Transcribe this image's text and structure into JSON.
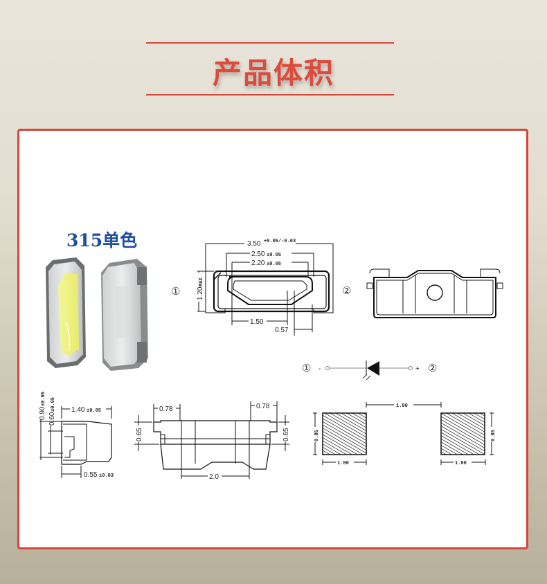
{
  "header": {
    "title": "产品体积",
    "accent_color": "#d9473b"
  },
  "product": {
    "label": "315单色",
    "label_color": "#1e4fa0"
  },
  "top_view": {
    "pin1": "①",
    "pin2": "②",
    "dim_overall_length": "3.50",
    "dim_overall_tol": "+0.05/-0.03",
    "dim_inner_length": "2.50",
    "dim_inner_tol": "±0.05",
    "dim_emitter_length": "2.20",
    "dim_emitter_tol": "±0.05",
    "dim_height": "1.20",
    "dim_height_tol": "MAX",
    "dim_150": "1.50",
    "dim_057": "0.57"
  },
  "bottom_view": {
    "pin2": "②"
  },
  "circuit": {
    "pin1": "①",
    "pin2": "②",
    "minus": "-",
    "plus": "+"
  },
  "side_view": {
    "dim_width": "1.40",
    "dim_width_tol": "±0.05",
    "dim_090": "0.90",
    "dim_090_tol": "±0.05",
    "dim_060": "0.60",
    "dim_060_tol": "±0.05",
    "dim_055": "0.55",
    "dim_055_tol": "±0.03"
  },
  "front_view": {
    "dim_left_tab": "0.78",
    "dim_right_tab": "0.78",
    "dim_left_height": "0.65",
    "dim_right_height": "0.65",
    "dim_bottom": "2.0"
  },
  "pad_layout": {
    "dim_gap": "1.80",
    "dim_pad_width_left": "1.00",
    "dim_pad_width_right": "1.00",
    "dim_pad_height_left": "0.85",
    "dim_pad_height_right": "0.85"
  }
}
